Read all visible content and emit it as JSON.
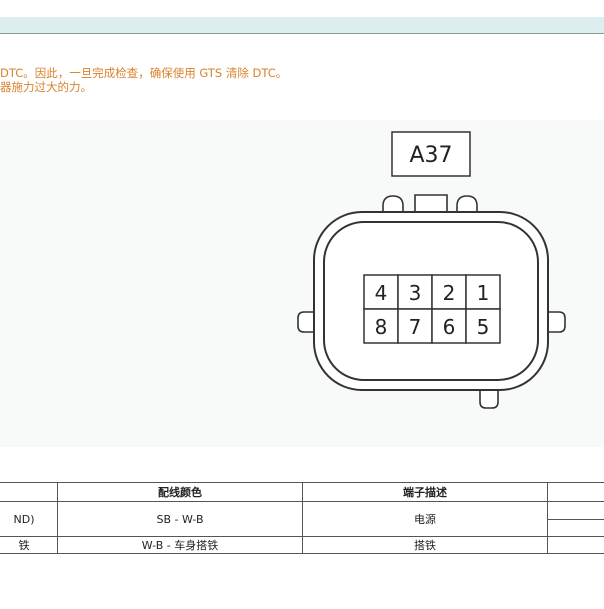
{
  "notice": {
    "line1": "DTC。因此，一旦完成检查，确保使用 GTS 清除 DTC。",
    "line2": "器施力过大的力。"
  },
  "figure": {
    "connector_label": "A37",
    "pins_top": [
      "4",
      "3",
      "2",
      "1"
    ],
    "pins_bottom": [
      "8",
      "7",
      "6",
      "5"
    ]
  },
  "table": {
    "headers": [
      "",
      "配线颜色",
      "端子描述",
      ""
    ],
    "rows": [
      {
        "terminal": "ND)",
        "wire_color": "SB - W-B",
        "description": "电源"
      },
      {
        "terminal": "铁",
        "wire_color": "W-B - 车身搭铁",
        "description": "搭铁"
      }
    ]
  },
  "colors": {
    "notice_text": "#d9822b",
    "header_bar": "#dcefee",
    "figure_background": "#f8f9f9"
  }
}
